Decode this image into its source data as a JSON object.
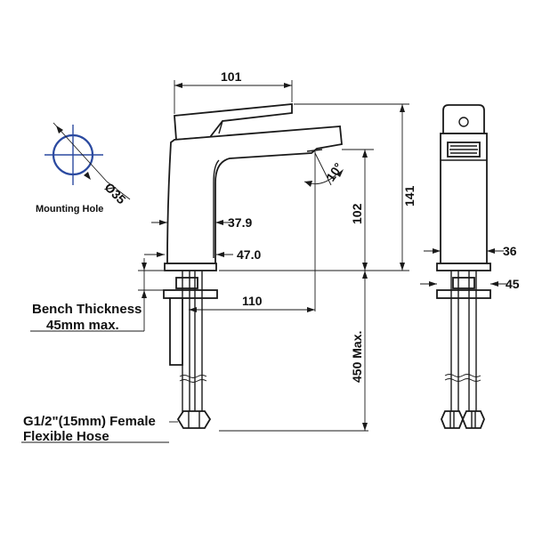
{
  "dimensions": {
    "d101": "101",
    "d141": "141",
    "d102": "102",
    "d379": "37.9",
    "d470": "47.0",
    "d110": "110",
    "d450": "450 Max.",
    "d36": "36",
    "d45": "45",
    "d35": "35",
    "angle": "10°"
  },
  "labels": {
    "mounting_hole": "Mounting Hole",
    "bench_line1": "Bench Thickness",
    "bench_line2": "45mm max.",
    "hose_line1": "G1/2\"(15mm) Female",
    "hose_line2": "Flexible Hose"
  },
  "colors": {
    "line": "#1a1a1a",
    "hole_axis": "#2b4aa0"
  }
}
